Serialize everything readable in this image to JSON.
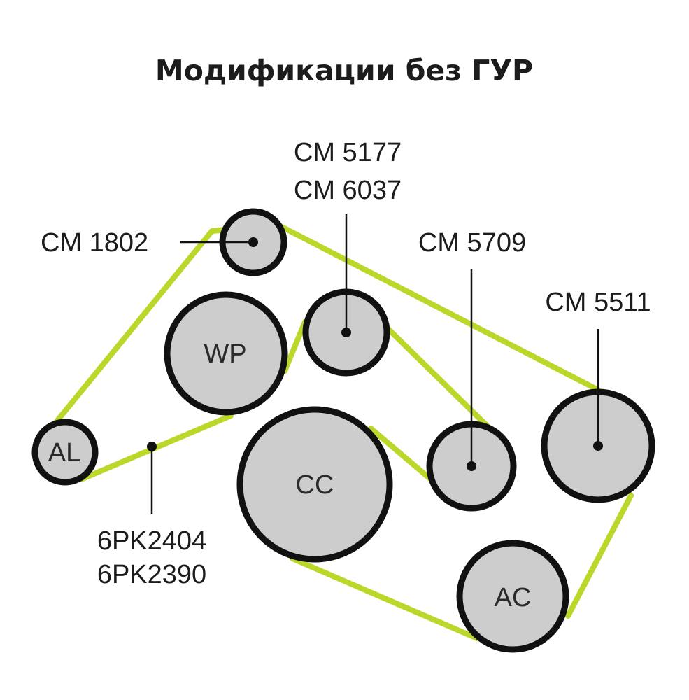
{
  "title": "Модификации без ГУР",
  "colors": {
    "belt": "#bcd62a",
    "pulley_fill": "#cdcdcd",
    "pulley_outline": "#111111",
    "text": "#1c1c1c"
  },
  "pulleys": {
    "al": "AL",
    "wp": "WP",
    "cc": "CC",
    "ac": "AC"
  },
  "callouts": {
    "cm1802": "CM 1802",
    "cm5177": "CM 5177",
    "cm6037": "CM 6037",
    "cm5709": "CM 5709",
    "cm5511": "CM 5511",
    "belt_6pk2404": "6PK2404",
    "belt_6pk2390": "6PK2390"
  }
}
